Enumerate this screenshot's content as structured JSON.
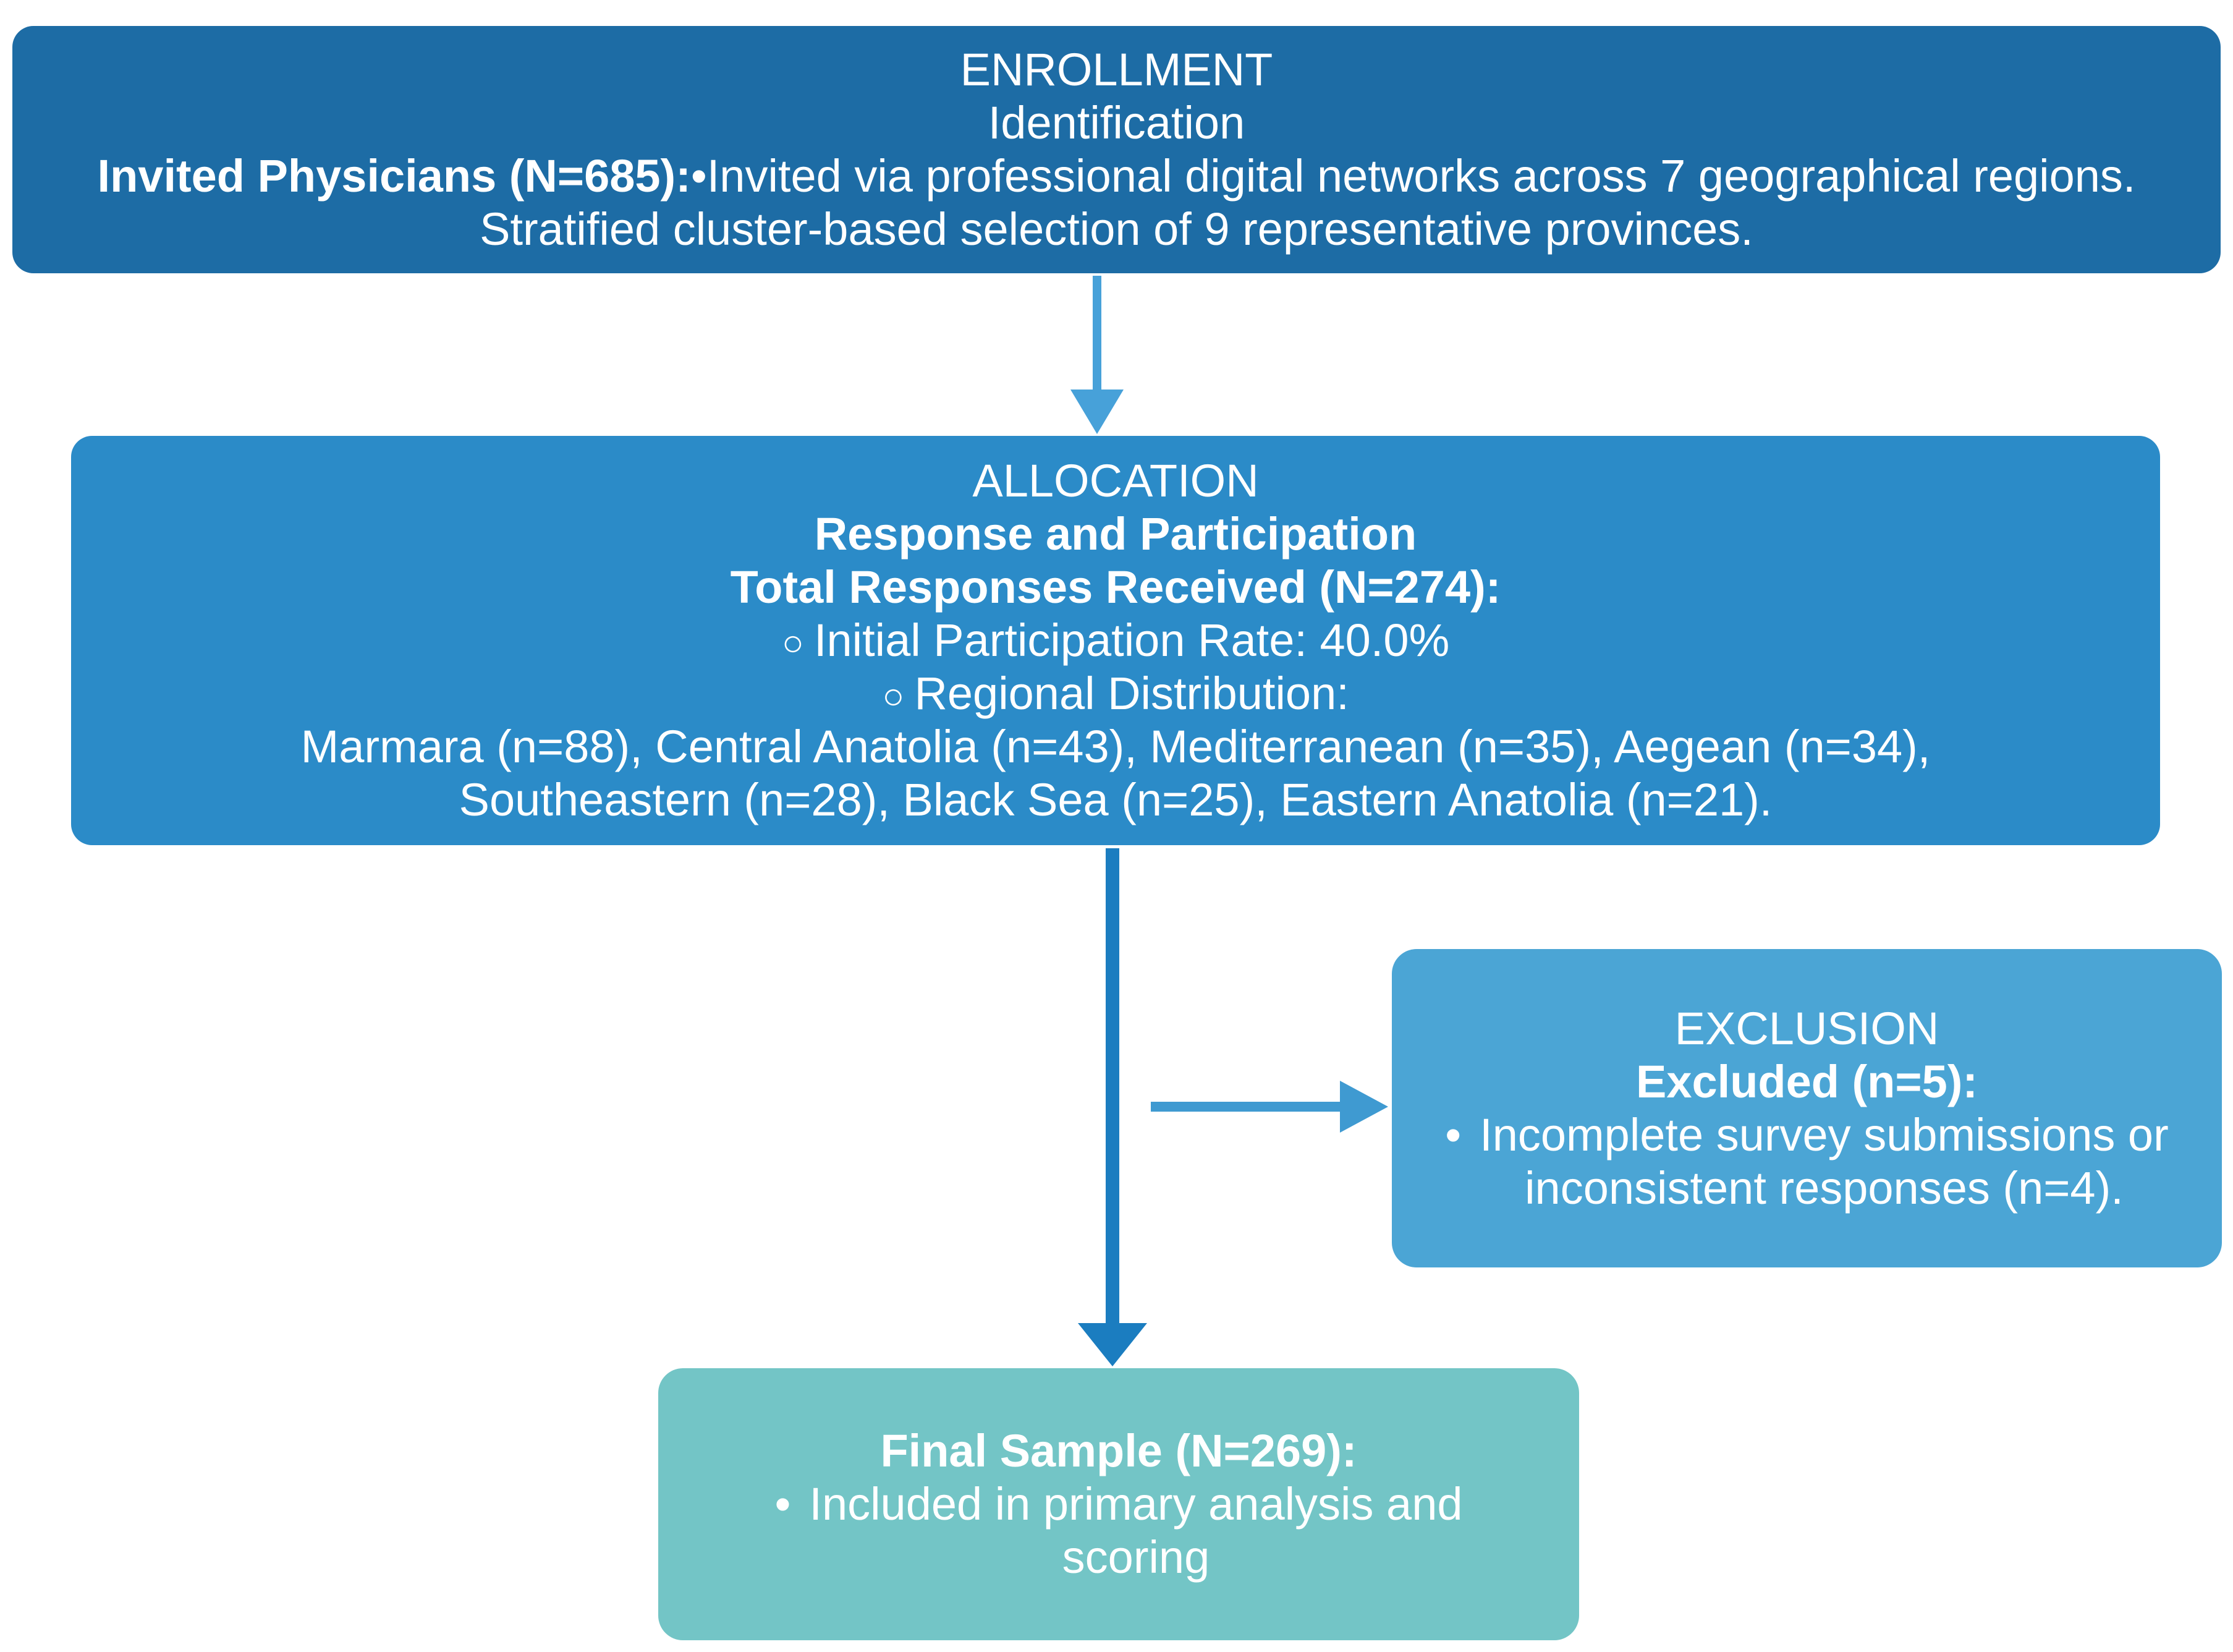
{
  "diagram": {
    "enrollment": {
      "heading": "ENROLLMENT",
      "subheading": "Identification",
      "invited_bold": "Invited Physicians (N=685):",
      "invited_rest": "•Invited via professional digital networks across 7 geographical regions.",
      "stratified_line": "Stratified cluster-based selection of 9 representative provinces."
    },
    "allocation": {
      "heading": "ALLOCATION",
      "subheading_bold": "Response and Participation",
      "total_bold": "Total Responses Received (N=274):",
      "ring_bullet": "○",
      "rate_item": "Initial Participation Rate: 40.0%",
      "regional_item": "Regional Distribution:",
      "regions_line_1": "Marmara (n=88), Central Anatolia (n=43), Mediterranean (n=35), Aegean (n=34),",
      "regions_line_2": "Southeastern (n=28), Black Sea (n=25), Eastern Anatolia (n=21)."
    },
    "exclusion": {
      "heading": "EXCLUSION",
      "subheading_bold": "Excluded (n=5):",
      "bullet": "•",
      "item_line_1": "Incomplete survey submissions or",
      "item_line_2": "inconsistent responses (n=4)."
    },
    "final_sample": {
      "heading_bold": "Final Sample (N=269):",
      "bullet": "•",
      "item_line_1": "Included in primary analysis and",
      "item_line_2": "scoring"
    },
    "colors": {
      "enrollment_bg": "#1d6ca5",
      "allocation_bg": "#2b8bc8",
      "exclusion_bg": "#4ba5d5",
      "final_bg": "#73c5c6",
      "arrow_light": "#47a1d9",
      "arrow_dark": "#1b7dc0",
      "arrow_branch": "#3f9ad1",
      "text": "#ffffff"
    }
  }
}
